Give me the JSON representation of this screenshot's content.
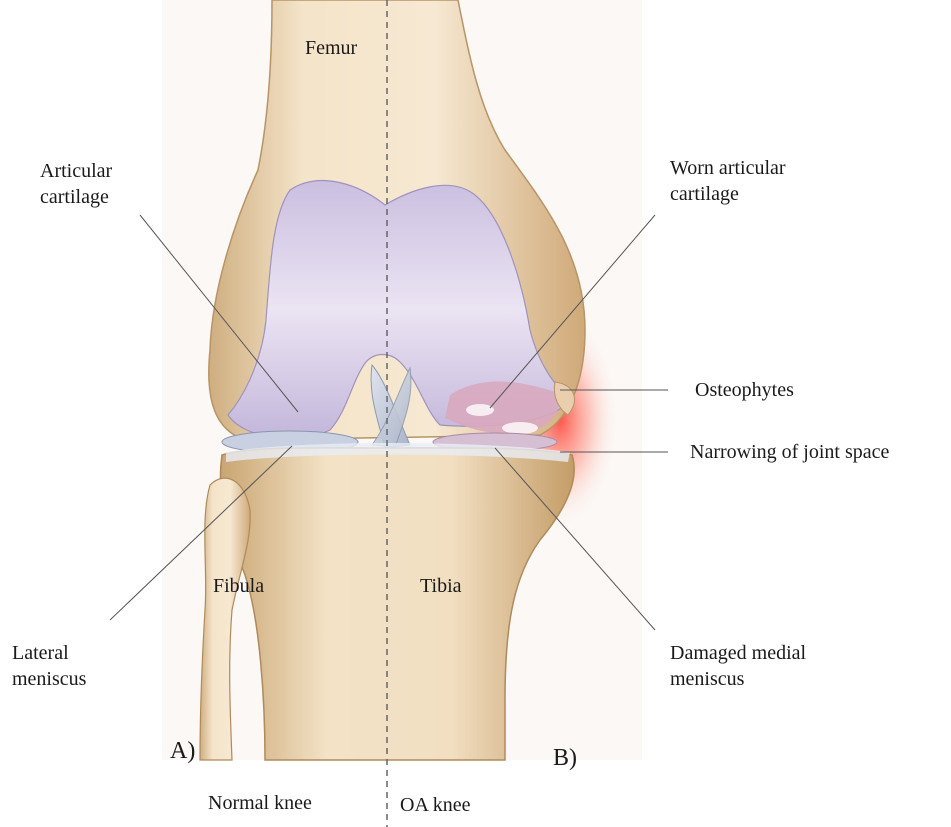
{
  "labels": {
    "femur": "Femur",
    "articular_cartilage": "Articular\ncartilage",
    "worn_articular_cartilage": "Worn articular\ncartilage",
    "osteophytes": "Osteophytes",
    "narrowing_joint_space": "Narrowing of joint space",
    "fibula": "Fibula",
    "tibia": "Tibia",
    "lateral_meniscus": "Lateral\nmeniscus",
    "damaged_medial_meniscus": "Damaged medial\nmeniscus",
    "panel_a": "A)",
    "panel_b": "B)",
    "normal_knee": "Normal knee",
    "oa_knee": "OA knee"
  },
  "colors": {
    "bone": "#f1dfc3",
    "bone_shadow": "#d7b98e",
    "cartilage": "#d9cfe8",
    "cartilage_shadow": "#a99cc4",
    "inflammation": "#ff4a3d",
    "leader_line": "#555555",
    "divider": "#666666"
  }
}
